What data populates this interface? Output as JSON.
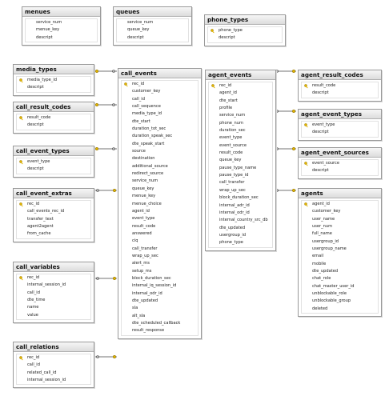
{
  "colors": {
    "header_bg": "#dcdcdc",
    "key_gold": "#e2b400",
    "connector": "#444444"
  },
  "tables": {
    "menues": {
      "title": "menues",
      "columns": [
        "service_num",
        "menue_key",
        "descript"
      ]
    },
    "queues": {
      "title": "queues",
      "columns": [
        "service_num",
        "queue_key",
        "descript"
      ]
    },
    "phone_types": {
      "title": "phone_types",
      "columns": [
        "phone_type",
        "descript"
      ]
    },
    "media_types": {
      "title": "media_types",
      "columns": [
        "media_type_id",
        "descript"
      ]
    },
    "call_result_codes": {
      "title": "call_result_codes",
      "columns": [
        "result_code",
        "descript"
      ]
    },
    "call_event_types": {
      "title": "call_event_types",
      "columns": [
        "event_type",
        "descript"
      ]
    },
    "call_event_extras": {
      "title": "call_event_extras",
      "columns": [
        "rec_id",
        "call_events_rec_id",
        "transfer_text",
        "agent2agent",
        "from_cache"
      ]
    },
    "call_variables": {
      "title": "call_variables",
      "columns": [
        "rec_id",
        "internal_session_id",
        "call_id",
        "dte_time",
        "name",
        "value"
      ]
    },
    "call_relations": {
      "title": "call_relations",
      "columns": [
        "rec_id",
        "call_id",
        "related_call_id",
        "internal_session_id"
      ]
    },
    "call_events": {
      "title": "call_events",
      "columns": [
        "rec_id",
        "customer_key",
        "call_id",
        "call_sequence",
        "media_type_id",
        "dte_start",
        "duration_tot_sec",
        "duration_speak_sec",
        "dte_speak_start",
        "source",
        "destination",
        "additional_source",
        "redirect_source",
        "service_num",
        "queue_key",
        "menue_key",
        "menue_choice",
        "agent_id",
        "event_type",
        "result_code",
        "answered",
        "ciq",
        "call_transfer",
        "wrap_up_sec",
        "alert_ms",
        "setup_ms",
        "block_duration_sec",
        "internal_iq_session_id",
        "internal_odr_id",
        "dte_updated",
        "sla",
        "alt_sla",
        "dte_scheduled_callback",
        "result_response"
      ]
    },
    "agent_events": {
      "title": "agent_events",
      "columns": [
        "rec_id",
        "agent_id",
        "dte_start",
        "profile",
        "service_num",
        "phone_num",
        "duration_sec",
        "event_type",
        "event_source",
        "result_code",
        "queue_key",
        "pause_type_name",
        "pause_type_id",
        "call_transfer",
        "wrap_up_sec",
        "block_duration_sec",
        "internal_adr_id",
        "internal_odr_id",
        "internal_country_src_db",
        "dte_updated",
        "usergroup_id",
        "phone_type"
      ]
    },
    "agent_result_codes": {
      "title": "agent_result_codes",
      "columns": [
        "result_code",
        "descript"
      ]
    },
    "agent_event_types": {
      "title": "agent_event_types",
      "columns": [
        "event_type",
        "descript"
      ]
    },
    "agent_event_sources": {
      "title": "agent_event_sources",
      "columns": [
        "event_source",
        "descript"
      ]
    },
    "agents": {
      "title": "agents",
      "columns": [
        "agent_id",
        "customer_key",
        "user_name",
        "user_num",
        "full_name",
        "usergroup_id",
        "usergroup_name",
        "email",
        "mobile",
        "dte_updated",
        "chat_role",
        "chat_master_user_id",
        "unblockable_role",
        "unblockable_group",
        "deleted"
      ]
    }
  }
}
